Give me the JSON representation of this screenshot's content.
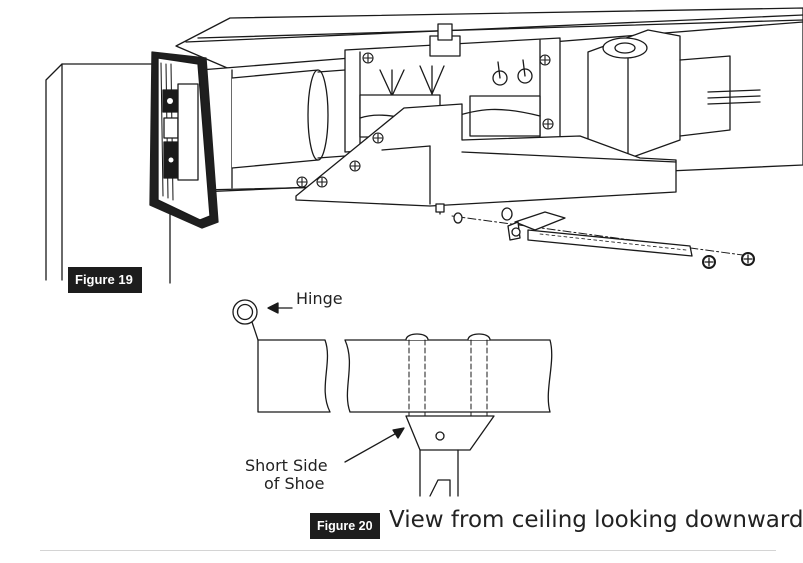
{
  "figure19": {
    "badge": "Figure 19"
  },
  "figure20": {
    "badge": "Figure 20",
    "caption": "View from ceiling looking downward",
    "labels": {
      "hinge": "Hinge",
      "short_side_line1": "Short Side",
      "short_side_line2": "of Shoe"
    }
  },
  "colors": {
    "badge_bg": "#1d1d1d",
    "badge_text": "#ffffff",
    "line": "#1a1a1a",
    "rule": "#d4d4d4"
  },
  "icon_names": [
    "operator-housing-illustration",
    "arm-shoe-illustration",
    "screw-icon",
    "washer-icon",
    "hinge-pivot-icon"
  ]
}
